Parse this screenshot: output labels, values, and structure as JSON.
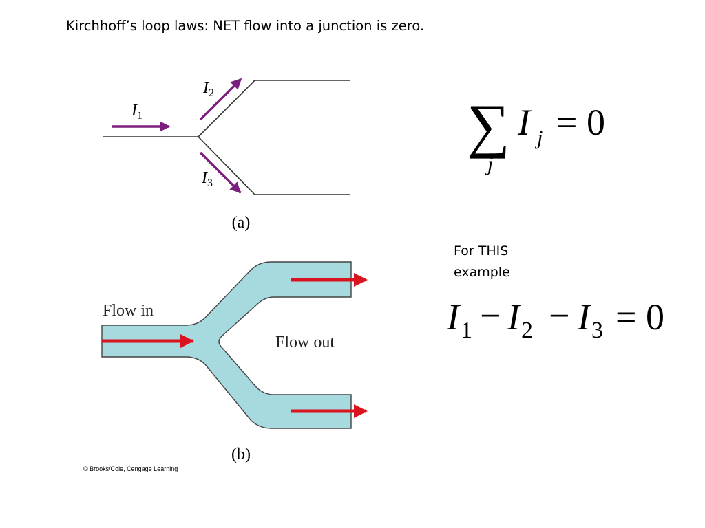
{
  "slide": {
    "title": "Kirchhoff’s loop laws: NET flow into a junction is zero."
  },
  "figure_a": {
    "caption": "(a)",
    "currents": [
      {
        "symbol": "I",
        "subscript": "1"
      },
      {
        "symbol": "I",
        "subscript": "2"
      },
      {
        "symbol": "I",
        "subscript": "3"
      }
    ],
    "arrow_color": "#7b1f7e"
  },
  "figure_b": {
    "caption": "(b)",
    "flow_in_label": "Flow in",
    "flow_out_label": "Flow out",
    "pipe_color": "#a7dadf",
    "arrow_color": "#d9141f"
  },
  "equation_general": {
    "sum_symbol": "∑",
    "variable": "I",
    "subscript": "j",
    "index": "j",
    "rhs": "= 0"
  },
  "note": {
    "line1": "For THIS",
    "line2": "example"
  },
  "equation_example": {
    "terms": [
      {
        "symbol": "I",
        "subscript": "1"
      },
      {
        "symbol": "I",
        "subscript": "2"
      },
      {
        "symbol": "I",
        "subscript": "3"
      }
    ],
    "operator": "−",
    "rhs": "= 0"
  },
  "credit": "© Brooks/Cole, Cengage Learning"
}
